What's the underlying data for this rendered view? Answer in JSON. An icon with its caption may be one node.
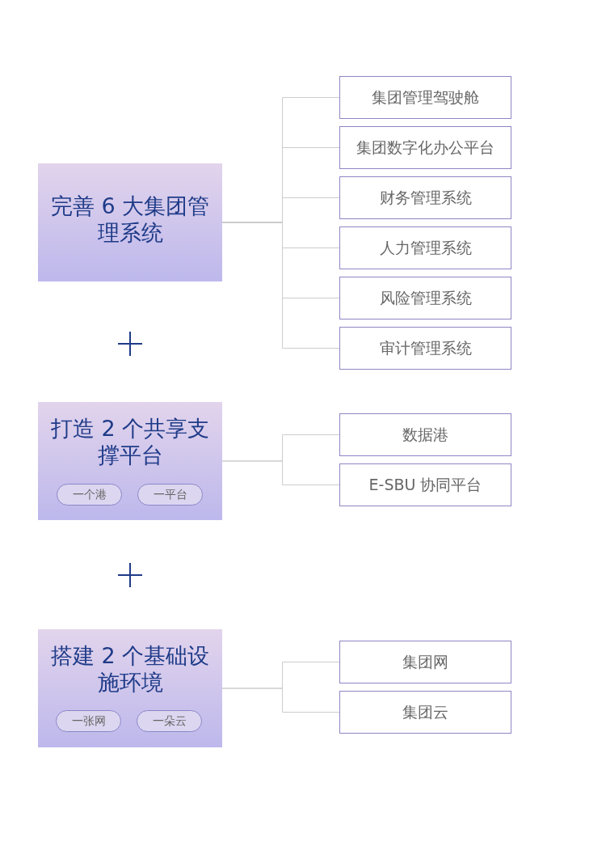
{
  "diagram": {
    "nodes": [
      {
        "text": [
          "完善 6 大集团管理系统"
        ]
      },
      {
        "text": [
          "集团管理驾驶舱"
        ]
      },
      {
        "text": [
          "集团数字化办公平台"
        ]
      },
      {
        "text": [
          "财务管理系统"
        ]
      },
      {
        "text": [
          "人力管理系统"
        ]
      },
      {
        "text": [
          "风险管理系统"
        ]
      },
      {
        "text": [
          "审计管理系统"
        ]
      },
      {
        "text": [
          "打造 2 个共享支撑平台"
        ]
      },
      {
        "text": [
          "一个港"
        ],
        "in": 7
      },
      {
        "text": [
          "一平台"
        ],
        "in": 7
      },
      {
        "text": [
          "数据港"
        ]
      },
      {
        "text": [
          "E-SBU 协同平台"
        ]
      },
      {
        "text": [
          "搭建 2 个基础设施环境"
        ]
      },
      {
        "text": [
          "一张网"
        ],
        "in": 12
      },
      {
        "text": [
          "一朵云"
        ],
        "in": 12
      },
      {
        "text": [
          "集团网"
        ]
      },
      {
        "text": [
          "集团云"
        ]
      }
    ],
    "edges": [
      {
        "from": 0,
        "to": 1,
        "arrow": "none"
      },
      {
        "from": 0,
        "to": 2,
        "arrow": "none"
      },
      {
        "from": 0,
        "to": 3,
        "arrow": "none"
      },
      {
        "from": 0,
        "to": 4,
        "arrow": "none"
      },
      {
        "from": 0,
        "to": 5,
        "arrow": "none"
      },
      {
        "from": 0,
        "to": 6,
        "arrow": "none"
      },
      {
        "from": 7,
        "to": 10,
        "arrow": "none"
      },
      {
        "from": 7,
        "to": 11,
        "arrow": "none"
      },
      {
        "from": 12,
        "to": 15,
        "arrow": "none"
      },
      {
        "from": 12,
        "to": 16,
        "arrow": "none"
      }
    ]
  }
}
